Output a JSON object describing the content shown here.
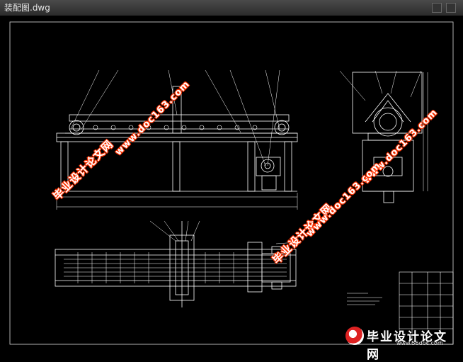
{
  "window": {
    "title": "装配图.dwg"
  },
  "watermarks": {
    "cn_text": "毕业设计论文网",
    "url_text": "www.doc163.com"
  },
  "brand": {
    "name": "毕业设计论文网",
    "site": "www.56doc.com"
  },
  "drawing": {
    "line_color": "#ffffff",
    "background": "#000000",
    "accent": "#ff3300"
  }
}
